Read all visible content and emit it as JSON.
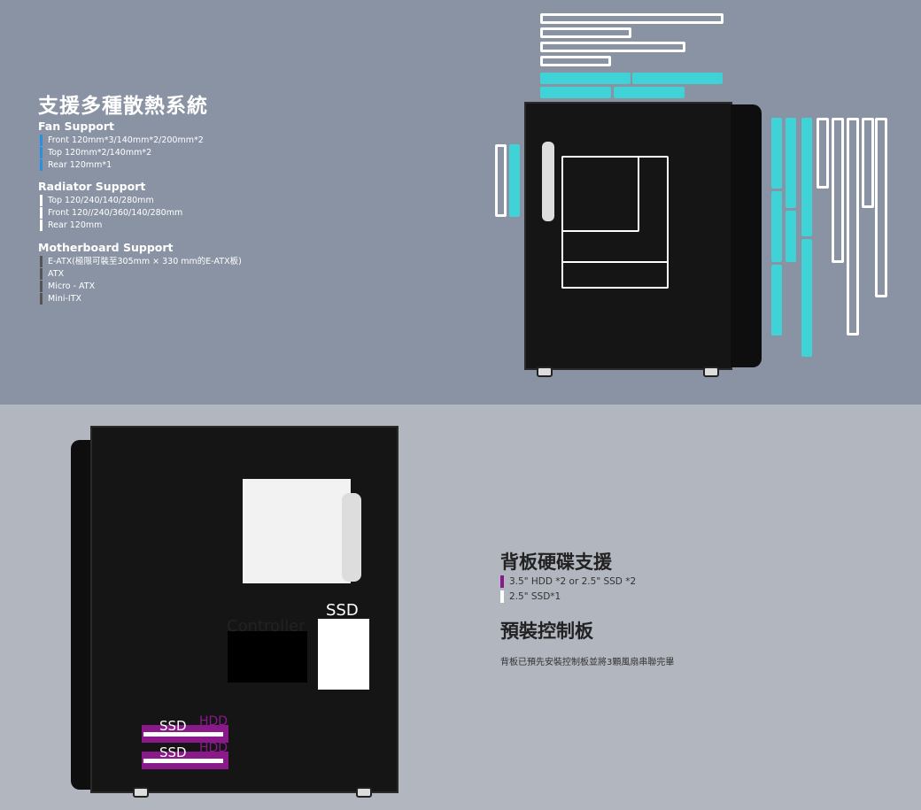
{
  "top": {
    "title": "支援多種散熱系統",
    "fan": {
      "heading": "Fan Support",
      "items": [
        "Front 120mm*3/140mm*2/200mm*2",
        "Top 120mm*2/140mm*2",
        "Rear 120mm*1"
      ]
    },
    "radiator": {
      "heading": "Radiator Support",
      "items": [
        "Top 120/240/140/280mm",
        "Front 120//240/360/140/280mm",
        "Rear 120mm"
      ]
    },
    "motherboard": {
      "heading": "Motherboard Support",
      "items": [
        "E-ATX(極限可裝至305mm × 330 mm的E-ATX板)",
        "ATX",
        "Micro - ATX",
        "Mini-ITX"
      ]
    }
  },
  "bottom": {
    "drive_title": "背板硬碟支援",
    "drive_items": [
      "3.5\" HDD *2 or 2.5\" SSD *2",
      "2.5\" SSD*1"
    ],
    "controller_title": "預裝控制板",
    "controller_desc": "背板已預先安裝控制板並將3顆風扇串聯完畢",
    "labels": {
      "controller": "Controller",
      "ssd": "SSD",
      "ssd1": "SSD",
      "hdd1": "HDD",
      "ssd2": "SSD",
      "hdd2": "HDD"
    }
  },
  "colors": {
    "cyan": "#3fd3d8",
    "purple": "#8a1a8a",
    "blue": "#2a8fe0"
  }
}
